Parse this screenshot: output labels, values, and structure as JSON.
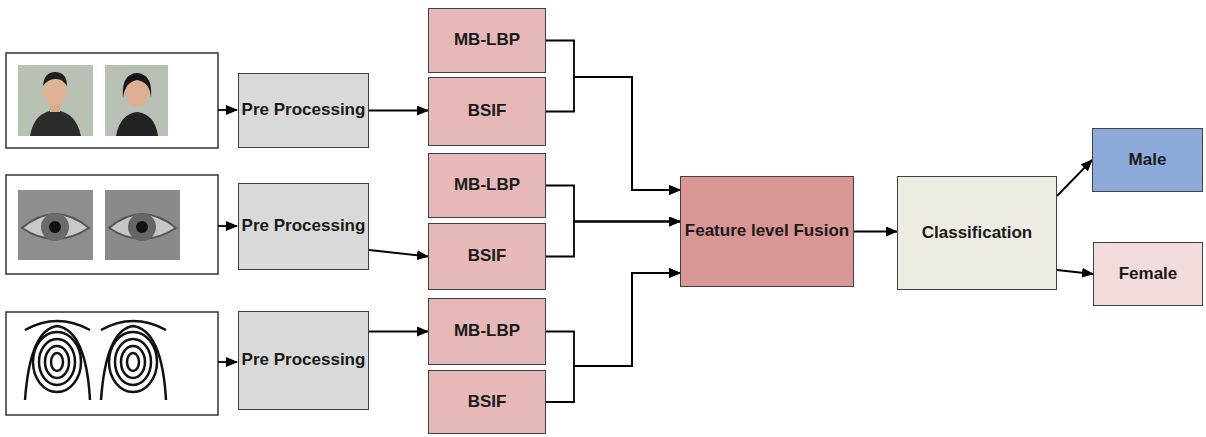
{
  "diagram": {
    "nodes": [
      {
        "text": [
          "Pre Processing"
        ]
      },
      {
        "text": [
          "MB-LBP"
        ]
      },
      {
        "text": [
          "BSIF"
        ]
      },
      {
        "text": [
          "Pre Processing"
        ]
      },
      {
        "text": [
          "MB-LBP"
        ]
      },
      {
        "text": [
          "BSIF"
        ]
      },
      {
        "text": [
          "Pre Processing"
        ]
      },
      {
        "text": [
          "MB-LBP"
        ]
      },
      {
        "text": [
          "BSIF"
        ]
      },
      {
        "text": [
          "Feature level Fusion"
        ]
      },
      {
        "text": [
          "Classification"
        ]
      },
      {
        "text": [
          "Male"
        ]
      },
      {
        "text": [
          "Female"
        ]
      }
    ],
    "edges": [
      {
        "from": 0,
        "to": 2,
        "arrow": "to"
      },
      {
        "from": 3,
        "to": 5,
        "arrow": "to"
      },
      {
        "from": 6,
        "to": 7,
        "arrow": "to"
      },
      {
        "from": 1,
        "to": 9,
        "arrow": "to"
      },
      {
        "from": 2,
        "to": 9,
        "arrow": "to"
      },
      {
        "from": 4,
        "to": 9,
        "arrow": "to"
      },
      {
        "from": 5,
        "to": 9,
        "arrow": "to"
      },
      {
        "from": 7,
        "to": 9,
        "arrow": "to"
      },
      {
        "from": 8,
        "to": 9,
        "arrow": "to"
      },
      {
        "from": 9,
        "to": 10,
        "arrow": "to"
      },
      {
        "from": 10,
        "to": 11,
        "arrow": "to"
      },
      {
        "from": 10,
        "to": 12,
        "arrow": "to"
      }
    ]
  }
}
